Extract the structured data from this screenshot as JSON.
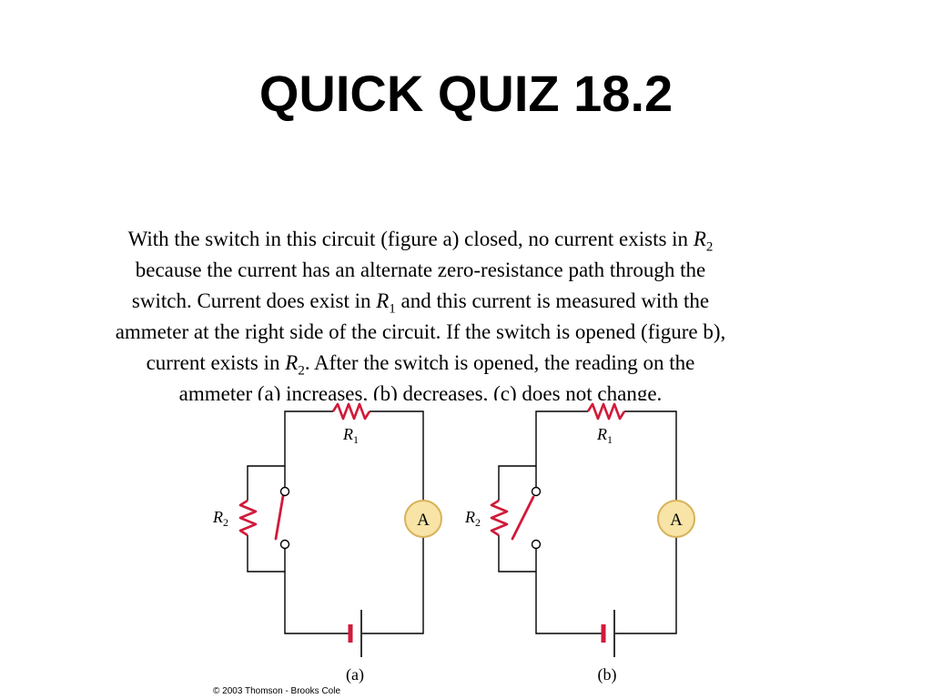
{
  "title": "QUICK QUIZ 18.2",
  "question": {
    "l1_pre": "With the switch in this circuit (figure a) closed, no current exists in ",
    "l2": "because the current has an alternate zero-resistance path through the",
    "l3_pre": "switch. Current does exist in ",
    "l3_post": " and this current is measured with the",
    "l4": "ammeter at the right side of the circuit. If the switch is opened (figure b),",
    "l5_pre": "current exists in ",
    "l5_post": ". After the switch is opened, the reading on the",
    "l6": "ammeter (a) increases, (b) decreases, (c) does not change.",
    "r": "R",
    "one": "1",
    "two": "2"
  },
  "figure": {
    "r_sym": "R",
    "sub_one": "1",
    "sub_two": "2",
    "ammeter": "A",
    "caption_a": "(a)",
    "caption_b": "(b)"
  },
  "colors": {
    "wire": "#000000",
    "resistor": "#d11a3a",
    "ammeter_fill": "#f8e4a6",
    "ammeter_stroke": "#d8b25a"
  },
  "copyright": "© 2003 Thomson - Brooks Cole"
}
